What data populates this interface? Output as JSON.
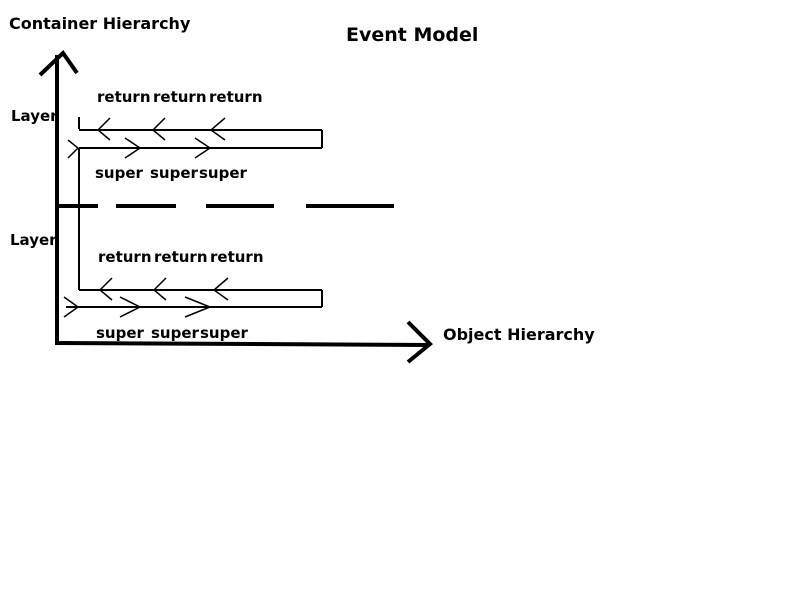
{
  "diagram": {
    "title": "Event Model",
    "y_axis_label": "Container Hierarchy",
    "x_axis_label": "Object Hierarchy",
    "layers": [
      {
        "label": "Layer",
        "return_labels": [
          "return",
          "return",
          "return"
        ],
        "super_labels": [
          "super",
          "super",
          "super"
        ]
      },
      {
        "label": "Layer",
        "return_labels": [
          "return",
          "return",
          "return"
        ],
        "super_labels": [
          "super",
          "super",
          "super"
        ]
      }
    ],
    "colors": {
      "ink": "#000000",
      "background": "#ffffff"
    }
  }
}
